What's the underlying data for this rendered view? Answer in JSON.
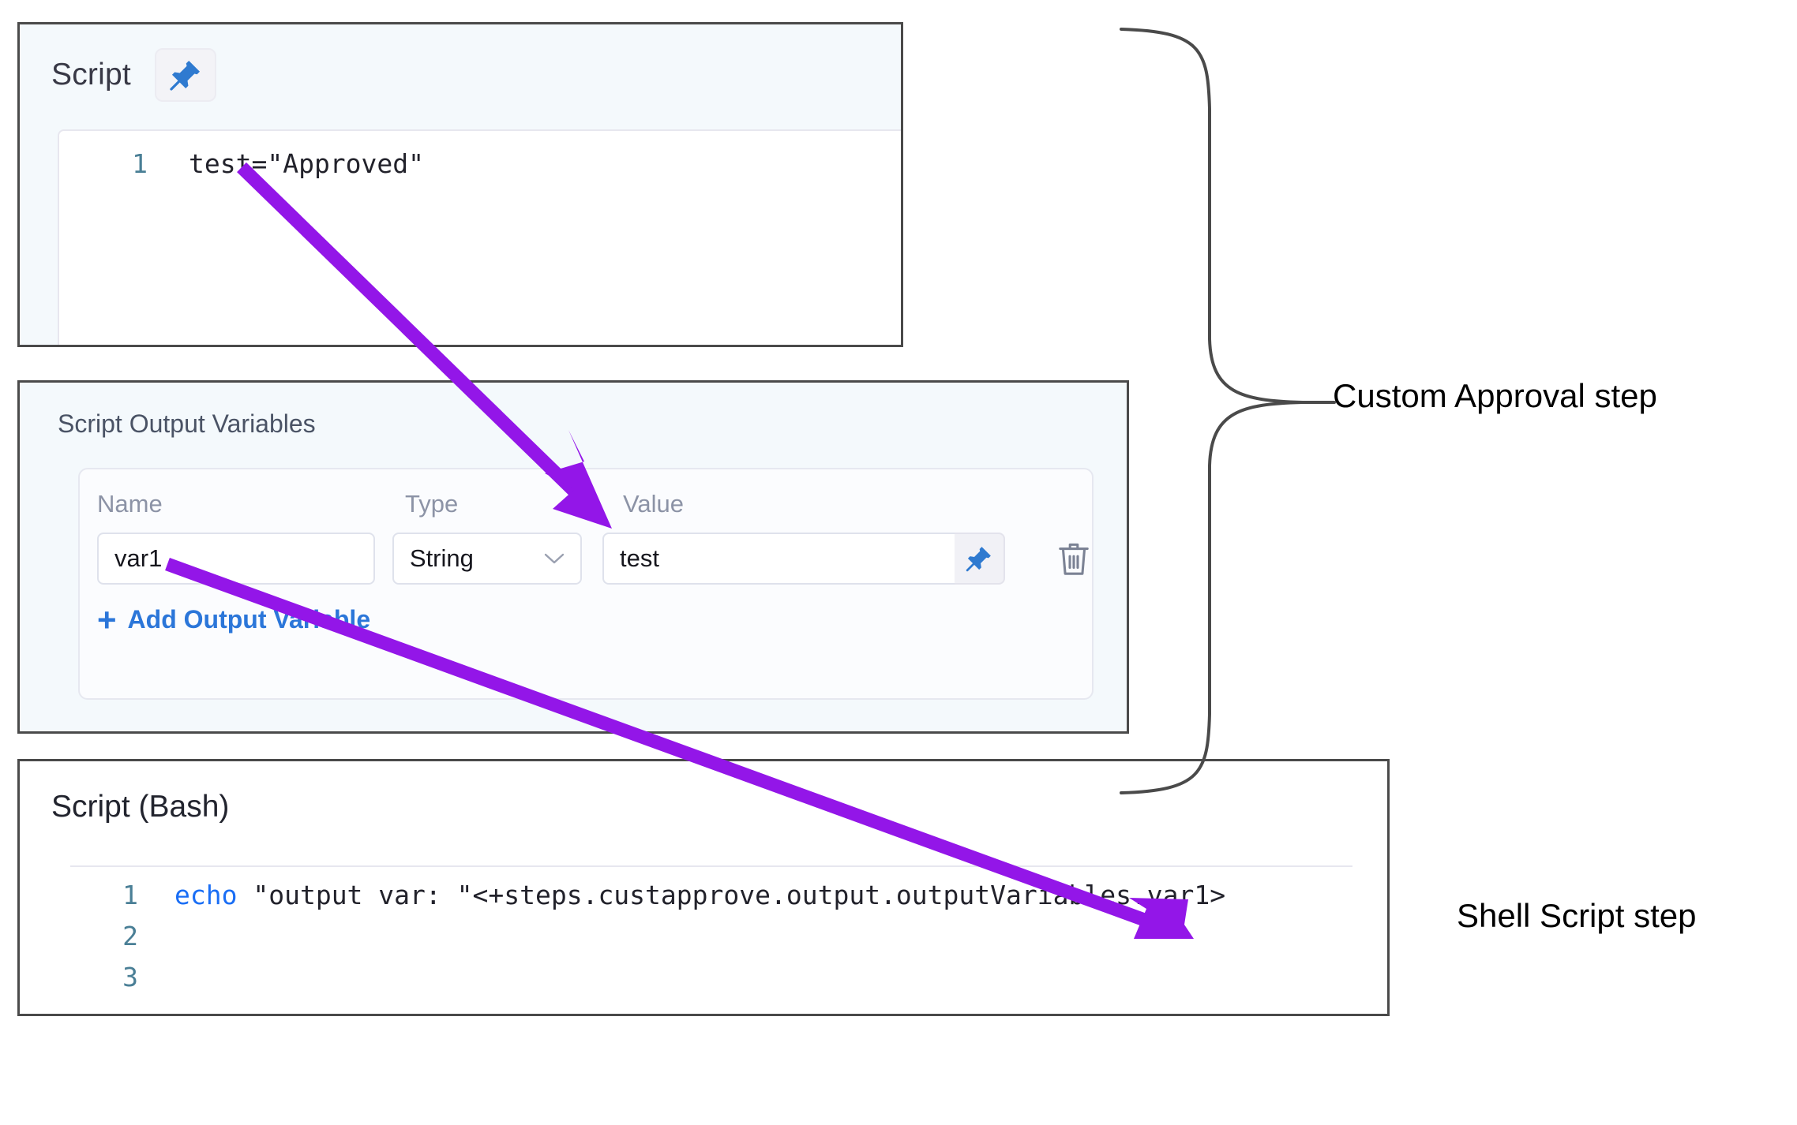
{
  "script_panel": {
    "title": "Script",
    "pin_icon": "pushpin-icon",
    "code": {
      "lines": [
        {
          "number": "1",
          "text": "test=\"Approved\""
        }
      ]
    }
  },
  "output_variables_panel": {
    "title": "Script Output Variables",
    "columns": [
      "Name",
      "Type",
      "Value"
    ],
    "rows": [
      {
        "name": "var1",
        "type": "String",
        "value": "test",
        "pin_icon": "pushpin-icon",
        "delete_icon": "trash-icon"
      }
    ],
    "add_label": "Add Output Variable",
    "add_icon": "plus-icon",
    "chevron_icon": "chevron-down-icon"
  },
  "bash_panel": {
    "title": "Script (Bash)",
    "code": {
      "lines": [
        {
          "number": "1",
          "keyword": "echo",
          "text": " \"output var: \"<+steps.custapprove.output.outputVariables.var1>"
        },
        {
          "number": "2",
          "keyword": "",
          "text": ""
        },
        {
          "number": "3",
          "keyword": "",
          "text": ""
        }
      ]
    }
  },
  "annotations": {
    "custom_approval_label": "Custom Approval step",
    "shell_script_label": "Shell Script step",
    "arrow_color": "#9316E8",
    "brace_color": "#4a4a4a"
  }
}
